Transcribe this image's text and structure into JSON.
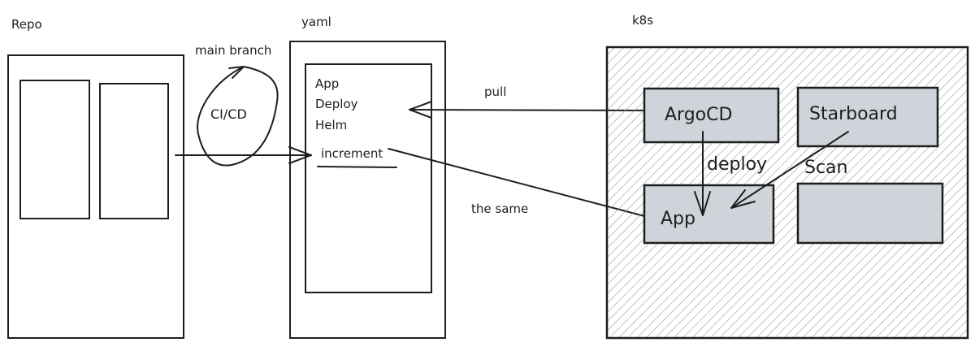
{
  "diagram": {
    "colors": {
      "stroke": "#1e1e1e",
      "component_fill": "#ced4da",
      "hatch": "#9a9a9a",
      "background": "#ffffff"
    },
    "groups": {
      "repo": {
        "label": "Repo"
      },
      "yaml": {
        "label": "yaml",
        "lines": [
          "App",
          "Deploy",
          "Helm"
        ],
        "underlined_item": "increment"
      },
      "k8s": {
        "label": "k8s",
        "components": {
          "argocd": "ArgoCD",
          "starboard": "Starboard",
          "app": "App",
          "empty": ""
        }
      }
    },
    "annotations": {
      "main_branch": "main branch",
      "cicd": "CI/CD",
      "pull": "pull",
      "the_same": "the same",
      "deploy": "deploy",
      "scan": "Scan"
    },
    "edges": [
      {
        "from": "repo",
        "to": "yaml.increment",
        "label": ""
      },
      {
        "from": "cicd-loop",
        "to": "cicd-loop",
        "label": "main branch"
      },
      {
        "from": "argocd",
        "to": "yaml",
        "label": "pull"
      },
      {
        "from": "yaml.increment",
        "to": "app",
        "label": "the same"
      },
      {
        "from": "argocd",
        "to": "app",
        "label": "deploy"
      },
      {
        "from": "starboard",
        "to": "app",
        "label": "Scan"
      }
    ]
  }
}
